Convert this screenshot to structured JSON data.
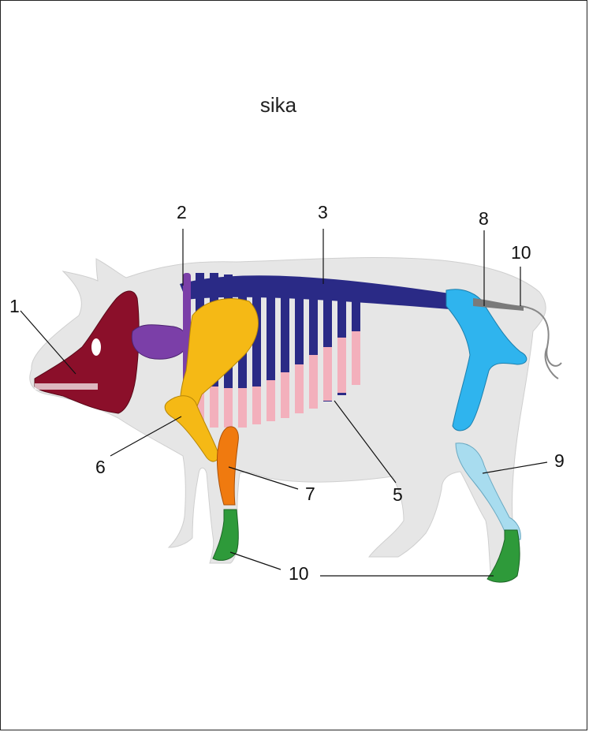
{
  "title": "sika",
  "labels": {
    "l1": "1",
    "l2": "2",
    "l3": "3",
    "l5": "5",
    "l6": "6",
    "l7": "7",
    "l8": "8",
    "l9": "9",
    "l10_tail": "10",
    "l10_hoof": "10"
  },
  "colors": {
    "skull": "#8b0f2a",
    "cervical": "#7b3fa8",
    "thoracic": "#2a2a86",
    "ribs_lower": "#f3b0bc",
    "scapula": "#f5b915",
    "forelimb_distal": "#f07a0f",
    "hooves": "#2e9a3a",
    "pelvis": "#2fb4ee",
    "hind_lower": "#a8dcef",
    "tail": "#7a7a7a",
    "body": "#e6e6e6"
  }
}
